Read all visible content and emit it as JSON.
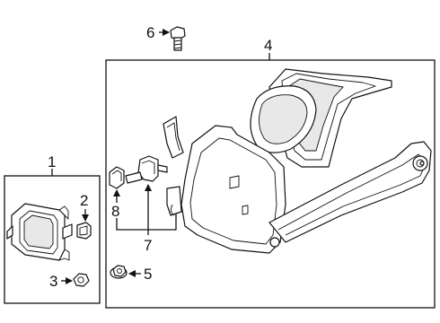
{
  "callouts": {
    "c1": "1",
    "c2": "2",
    "c3": "3",
    "c4": "4",
    "c5": "5",
    "c6": "6",
    "c7": "7",
    "c8": "8"
  },
  "colors": {
    "line": "#111111",
    "background": "#ffffff"
  },
  "icons": [
    "arrow-icon"
  ]
}
